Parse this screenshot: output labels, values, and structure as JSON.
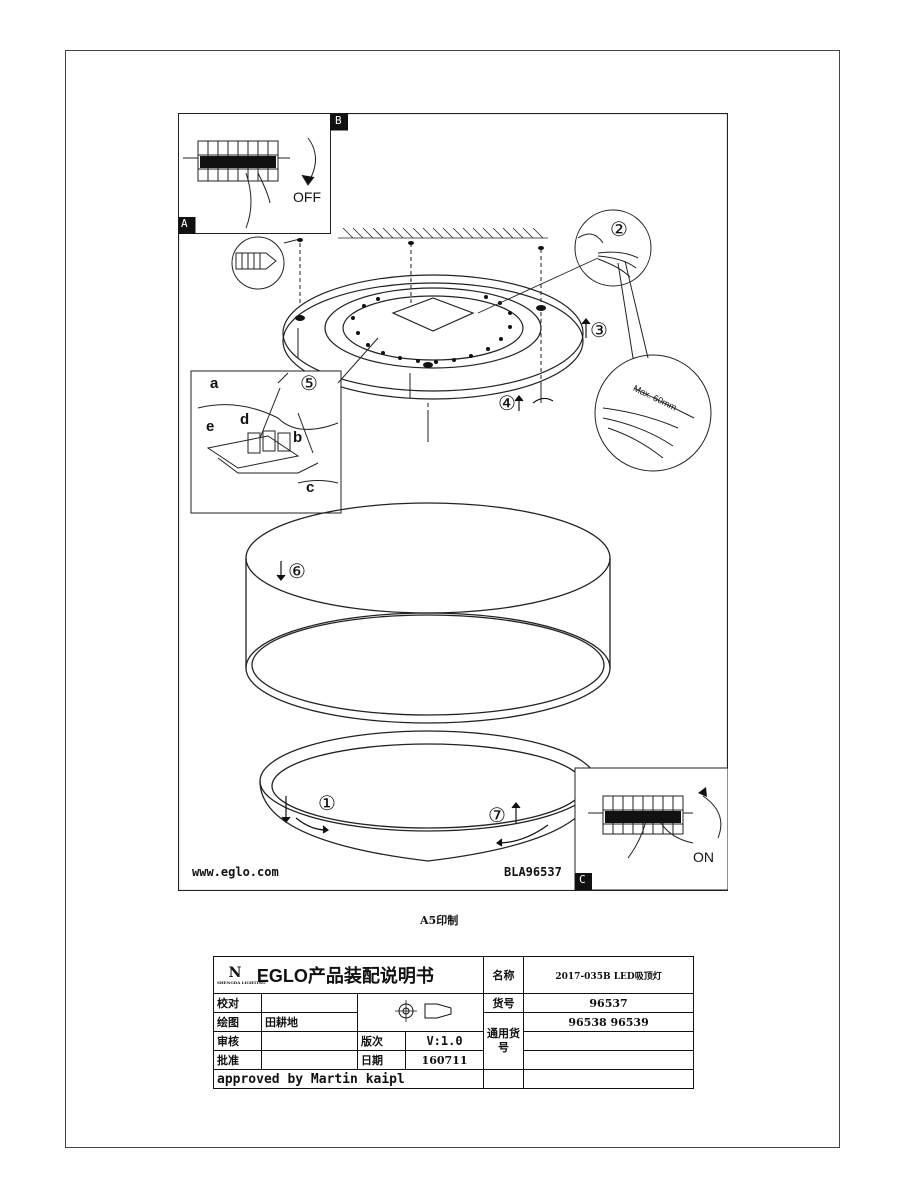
{
  "drawing": {
    "labels": {
      "panel_a": "A",
      "panel_b": "B",
      "panel_c": "C",
      "off": "OFF",
      "on": "ON",
      "max_length": "Max. 60mm",
      "step1": "①",
      "step2": "②",
      "step3": "③",
      "step4": "④",
      "step5": "⑤",
      "step6": "⑥",
      "step7": "⑦",
      "wire_a": "a",
      "wire_b": "b",
      "wire_c": "c",
      "wire_d": "d",
      "wire_e": "e"
    },
    "website": "www.eglo.com",
    "doc_code": "BLA96537"
  },
  "print_note": "A5印制",
  "title_block": {
    "brand": "EGLO产品装配说明书",
    "logo_text": "SHENGDA LIGHTING",
    "name_label": "名称",
    "name_value": "2017-035B LED吸顶灯",
    "check_label": "校对",
    "item_label": "货号",
    "item_value": "96537",
    "draw_label": "绘图",
    "draw_value": "田耕地",
    "general_label": "通用货号",
    "general_value": "96538 96539",
    "review_label": "审核",
    "version_label": "版次",
    "version_value": "V:1.0",
    "approve_label": "批准",
    "date_label": "日期",
    "date_value": "160711",
    "approved_by": "approved by Martin kaipl"
  }
}
